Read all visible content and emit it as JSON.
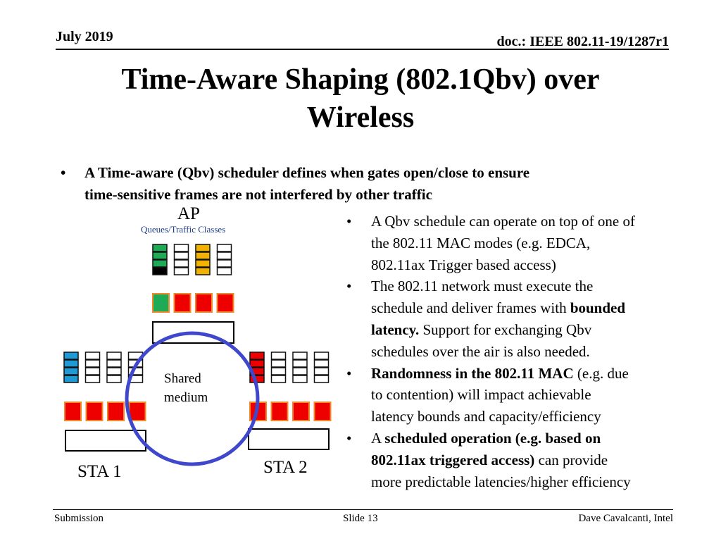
{
  "header": {
    "date": "July 2019",
    "doc": "doc.: IEEE 802.11-19/1287r1"
  },
  "title": {
    "line1": "Time-Aware Shaping (802.1Qbv) over",
    "line2": "Wireless"
  },
  "bullet_main": {
    "line1": "A Time-aware (Qbv) scheduler defines when gates open/close to ensure",
    "line2": "time-sensitive frames are not interfered by other traffic"
  },
  "bullets": [
    {
      "line1": "A Qbv schedule can operate on top of one of",
      "line2": "the 802.11 MAC modes (e.g. EDCA,",
      "line3": "802.11ax Trigger based access)"
    },
    {
      "line1": "The 802.11 network must execute the",
      "line2a": "schedule and deliver frames with ",
      "line2b": "bounded",
      "line3a": "latency.",
      "line3b": " Support for exchanging Qbv",
      "line4": "schedules over the air is also needed."
    },
    {
      "line1a": "Randomness in the 802.11 MAC",
      "line1b": " (e.g. due",
      "line2": "to contention) will impact achievable",
      "line3": "latency bounds and capacity/efficiency"
    },
    {
      "line1a": "A ",
      "line1b": "scheduled operation (e.g. based on",
      "line2a": "802.11ax triggered access)",
      "line2b": " can provide",
      "line3": "more predictable latencies/higher efficiency"
    }
  ],
  "diagram": {
    "ap_label": "AP",
    "queues_label": "Queues/Traffic Classes",
    "shared_line1": "Shared",
    "shared_line2": "medium",
    "sta1_label": "STA 1",
    "sta2_label": "STA 2"
  },
  "footer": {
    "left": "Submission",
    "mid": "Slide 13",
    "right": "Dave Cavalcanti, Intel"
  },
  "colors": {
    "green": "#1faa55",
    "red": "#ee0000",
    "yellow": "#f2b200",
    "blue": "#1e9bd7",
    "circle": "#3f48cc"
  }
}
